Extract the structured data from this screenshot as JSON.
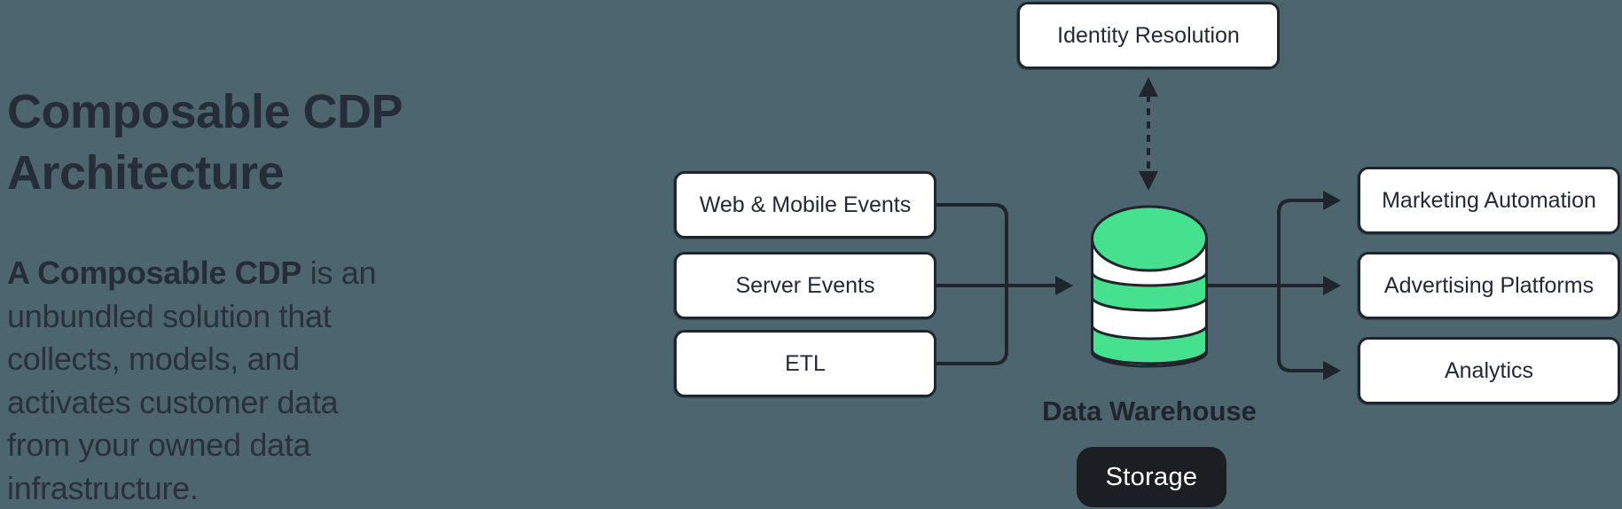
{
  "page": {
    "background_color": "#4c656f",
    "ink_color": "#20252d",
    "accent_green": "#45e18e",
    "storage_pill_color": "#1b1f24",
    "node_fill": "#ffffff"
  },
  "intro": {
    "title": "Composable CDP\nArchitecture",
    "lead": "A Composable CDP",
    "body": " is an\nunbundled solution that\ncollects, models, and\nactivates customer data\nfrom your owned data\ninfrastructure."
  },
  "diagram": {
    "identity_label": "Identity Resolution",
    "sources": [
      "Web & Mobile Events",
      "Server Events",
      "ETL"
    ],
    "warehouse_label": "Data Warehouse",
    "storage_label": "Storage",
    "destinations": [
      "Marketing Automation",
      "Advertising Platforms",
      "Analytics"
    ]
  }
}
